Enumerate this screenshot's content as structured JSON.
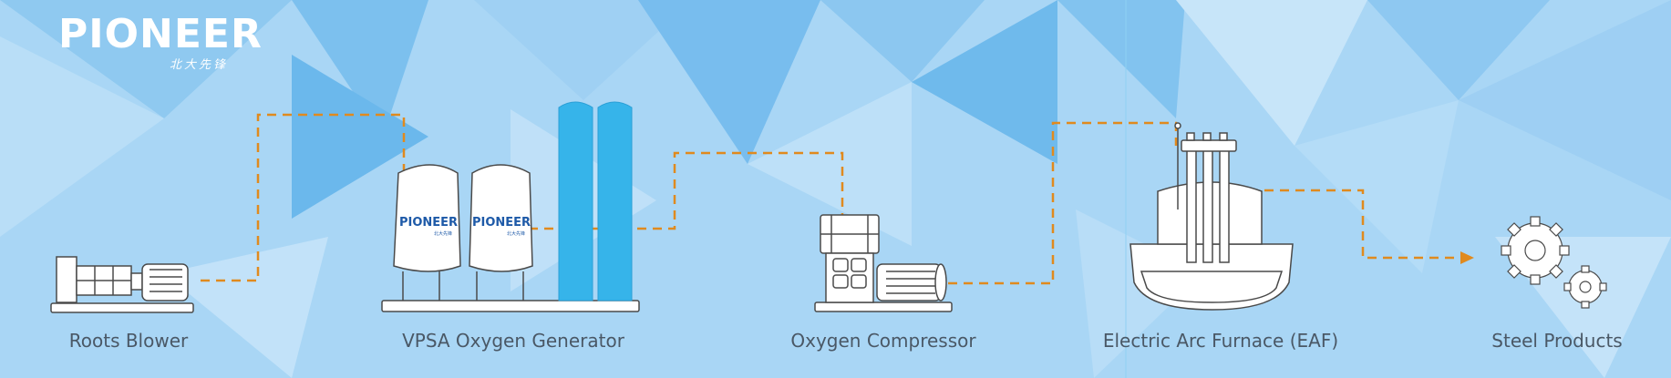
{
  "brand": {
    "name": "PIONEER",
    "subtitle": "北大先锋",
    "tank_logo": "PIONEER",
    "tank_logo_sub": "北大先锋"
  },
  "colors": {
    "flow_line": "#e08a1e",
    "tower": "#36b4ea",
    "equipment_stroke": "#4a4a4a",
    "label_text": "#4a5866",
    "brand_blue": "#1e5aa8"
  },
  "stages": [
    {
      "id": "roots-blower",
      "label": "Roots Blower"
    },
    {
      "id": "vpsa-oxygen-generator",
      "label": "VPSA Oxygen Generator"
    },
    {
      "id": "oxygen-compressor",
      "label": "Oxygen Compressor"
    },
    {
      "id": "electric-arc-furnace",
      "label": "Electric Arc Furnace (EAF)"
    },
    {
      "id": "steel-products",
      "label": "Steel Products"
    }
  ]
}
